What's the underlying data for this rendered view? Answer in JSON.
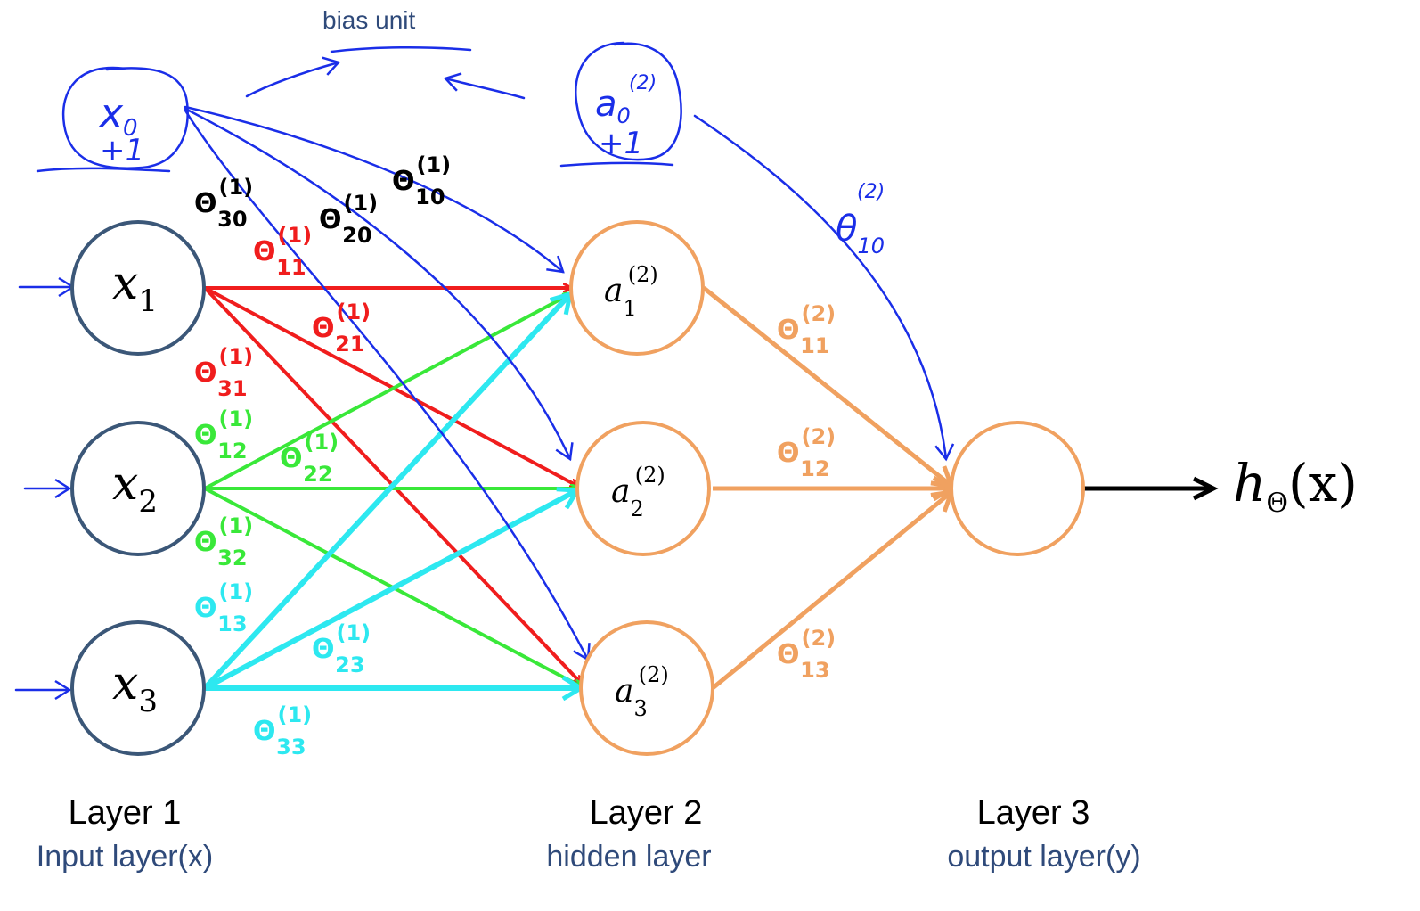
{
  "header": {
    "bias_label": "bias unit"
  },
  "bias_nodes": {
    "x0": {
      "main": "x",
      "sub": "0",
      "value": "+1"
    },
    "a0": {
      "main": "a",
      "sub": "0",
      "sup": "(2)",
      "value": "+1"
    }
  },
  "nodes": {
    "input": [
      {
        "main": "x",
        "sub": "1"
      },
      {
        "main": "x",
        "sub": "2"
      },
      {
        "main": "x",
        "sub": "3"
      }
    ],
    "hidden": [
      {
        "main": "a",
        "sub": "1",
        "sup": "(2)"
      },
      {
        "main": "a",
        "sub": "2",
        "sup": "(2)"
      },
      {
        "main": "a",
        "sub": "3",
        "sup": "(2)"
      }
    ],
    "output_label": {
      "main": "h",
      "sub": "Θ",
      "arg": "(x)"
    }
  },
  "weights": {
    "theta10": {
      "sym": "Θ",
      "sub": "10",
      "sup": "(1)"
    },
    "theta20": {
      "sym": "Θ",
      "sub": "20",
      "sup": "(1)"
    },
    "theta30": {
      "sym": "Θ",
      "sub": "30",
      "sup": "(1)"
    },
    "theta11": {
      "sym": "Θ",
      "sub": "11",
      "sup": "(1)"
    },
    "theta21": {
      "sym": "Θ",
      "sub": "21",
      "sup": "(1)"
    },
    "theta31": {
      "sym": "Θ",
      "sub": "31",
      "sup": "(1)"
    },
    "theta12": {
      "sym": "Θ",
      "sub": "12",
      "sup": "(1)"
    },
    "theta22": {
      "sym": "Θ",
      "sub": "22",
      "sup": "(1)"
    },
    "theta32": {
      "sym": "Θ",
      "sub": "32",
      "sup": "(1)"
    },
    "theta13": {
      "sym": "Θ",
      "sub": "13",
      "sup": "(1)"
    },
    "theta23": {
      "sym": "Θ",
      "sub": "23",
      "sup": "(1)"
    },
    "theta33": {
      "sym": "Θ",
      "sub": "33",
      "sup": "(1)"
    },
    "theta2_11": {
      "sym": "Θ",
      "sub": "11",
      "sup": "(2)"
    },
    "theta2_12": {
      "sym": "Θ",
      "sub": "12",
      "sup": "(2)"
    },
    "theta2_13": {
      "sym": "Θ",
      "sub": "13",
      "sup": "(2)"
    },
    "theta2_10": {
      "sym": "θ",
      "sub": "10",
      "sup": "(2)"
    }
  },
  "layers": [
    {
      "title": "Layer 1",
      "subtitle": "Input layer(x)"
    },
    {
      "title": "Layer 2",
      "subtitle": "hidden layer"
    },
    {
      "title": "Layer 3",
      "subtitle": "output layer(y)"
    }
  ],
  "colors": {
    "input_node": "#3b5778",
    "hidden_node": "#f0a160",
    "red": "#f01d1d",
    "green": "#39e839",
    "cyan": "#2de8f0",
    "orange": "#f0a160",
    "ink_blue": "#1a2ee8",
    "subtitle_blue": "#2f4a7a",
    "black": "#000000"
  }
}
